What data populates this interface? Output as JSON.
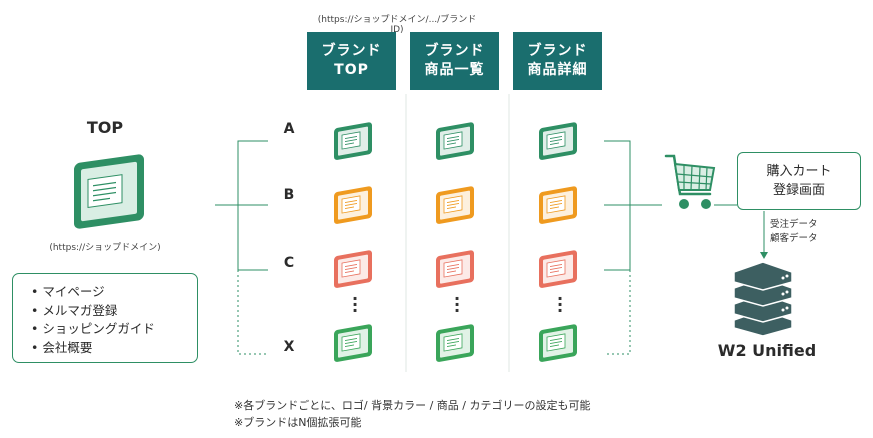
{
  "url_brand_top": "(https://ショップドメイン/.../ブランドID)",
  "columns": [
    {
      "line1": "ブランド",
      "line2": "TOP"
    },
    {
      "line1": "ブランド",
      "line2": "商品一覧"
    },
    {
      "line1": "ブランド",
      "line2": "商品詳細"
    }
  ],
  "top_section": {
    "title": "TOP",
    "url": "(https://ショップドメイン)",
    "features": [
      "マイページ",
      "メルマガ登録",
      "ショッピングガイド",
      "会社概要"
    ]
  },
  "rows": [
    {
      "label": "A",
      "icon": "brand-page-icon-green",
      "color": "#2e8f64"
    },
    {
      "label": "B",
      "icon": "brand-page-icon-orange",
      "color": "#ef9a1f"
    },
    {
      "label": "C",
      "icon": "brand-page-icon-red",
      "color": "#e8705e"
    },
    {
      "label": "X",
      "icon": "brand-page-icon-green",
      "color": "#3aa55a"
    }
  ],
  "cart": {
    "line1": "購入カート",
    "line2": "登録画面"
  },
  "flow": {
    "line1": "受注データ",
    "line2": "顧客データ"
  },
  "w2": {
    "title": "W2 Unified"
  },
  "notes": [
    "※各ブランドごとに、ロゴ/ 背景カラー / 商品 / カテゴリーの設定も可能",
    "※ブランドはN個拡張可能"
  ],
  "colors": {
    "header": "#1a6e6e",
    "accent": "#2e8f64",
    "server": "#3d5f61"
  }
}
